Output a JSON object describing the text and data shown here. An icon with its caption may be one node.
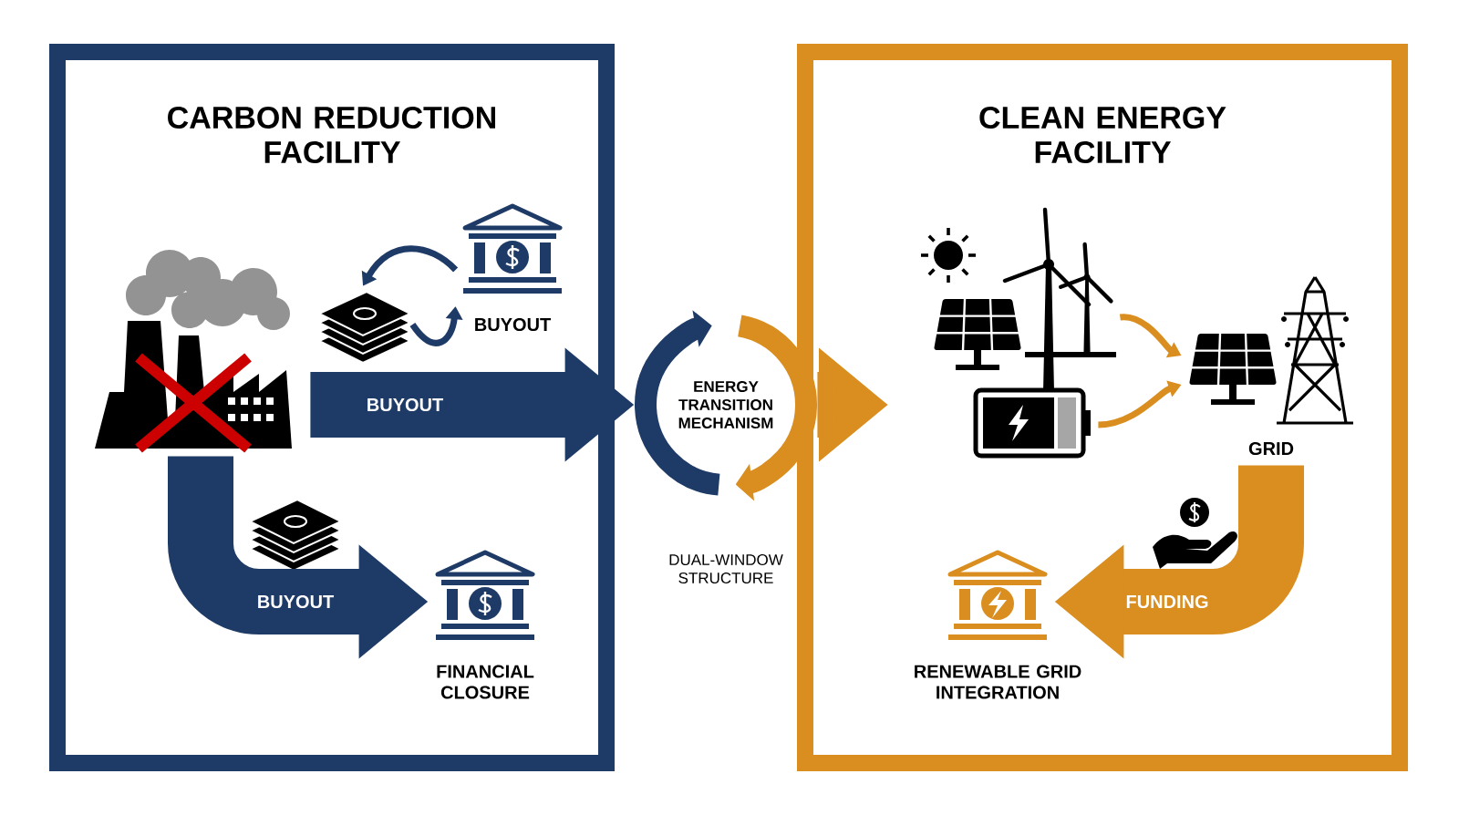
{
  "diagram": {
    "nodes": [
      {
        "text": [
          "CARBON REDUCTION FACILITY"
        ]
      },
      {
        "text": [],
        "shape": "factory",
        "in": 0
      },
      {
        "text": [
          "BUYOUT"
        ],
        "in": 0
      },
      {
        "text": [],
        "shape": "money",
        "in": 0
      },
      {
        "text": [
          "FINANCIAL CLOSURE"
        ],
        "in": 0
      },
      {
        "text": [
          "ENERGY TRANSITION MECHANISM"
        ],
        "beside": [
          "DUAL-WINDOW STRUCTURE"
        ]
      },
      {
        "text": [
          "CLEAN ENERGY FACILITY"
        ]
      },
      {
        "text": [],
        "shape": "picture",
        "in": 6
      },
      {
        "text": [],
        "shape": "battery",
        "in": 6
      },
      {
        "text": [
          "GRID"
        ],
        "in": 6
      },
      {
        "text": [
          "RENEWABLE GRID INTEGRATION"
        ],
        "in": 6
      }
    ],
    "edges": [
      {
        "from": 1,
        "to": 5,
        "arrow": "to",
        "label": "BUYOUT",
        "style": "thick"
      },
      {
        "from": 1,
        "to": 4,
        "arrow": "to",
        "label": "BUYOUT",
        "style": "thick"
      },
      {
        "from": 2,
        "to": 3,
        "arrow": "to"
      },
      {
        "from": 3,
        "to": 2,
        "arrow": "to"
      },
      {
        "from": 5,
        "to": 6,
        "arrow": "to",
        "style": "thick",
        "color": "#d98e1f"
      },
      {
        "from": 7,
        "to": 9,
        "arrow": "to",
        "color": "#d98e1f"
      },
      {
        "from": 8,
        "to": 9,
        "arrow": "to",
        "color": "#d98e1f"
      },
      {
        "from": 9,
        "to": 10,
        "arrow": "to",
        "label": "FUNDING",
        "style": "thick",
        "color": "#d98e1f"
      }
    ]
  }
}
